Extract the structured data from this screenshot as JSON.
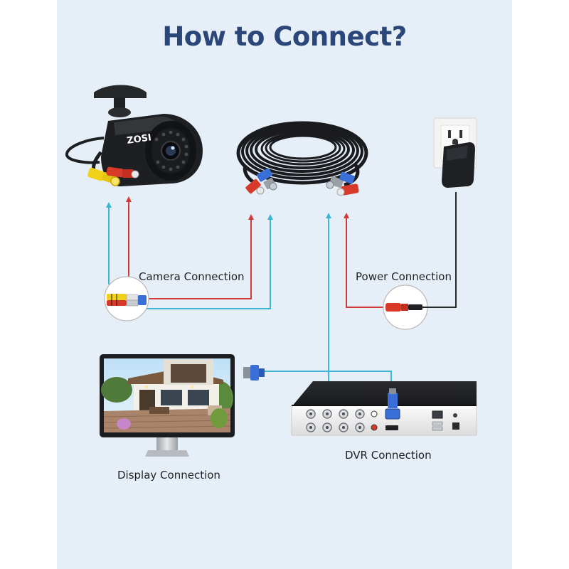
{
  "title": "How to Connect?",
  "labels": {
    "camera": "Camera Connection",
    "power": "Power Connection",
    "dvr": "DVR Connection",
    "display": "Display Connection"
  },
  "camera_brand": "ZOSI",
  "colors": {
    "background": "#e6eef8",
    "title": "#2b4679",
    "signal_line": "#3cb6d3",
    "power_line": "#d23a3a",
    "device_black": "#1e1f22",
    "connector_blue": "#3a6fd8",
    "connector_red": "#d83a2a",
    "connector_yellow": "#f1d21a"
  },
  "icons": [
    "security-camera-icon",
    "coaxial-cable-icon",
    "wall-outlet-icon",
    "power-adapter-icon",
    "monitor-icon",
    "vga-connector-icon",
    "dvr-recorder-icon"
  ]
}
